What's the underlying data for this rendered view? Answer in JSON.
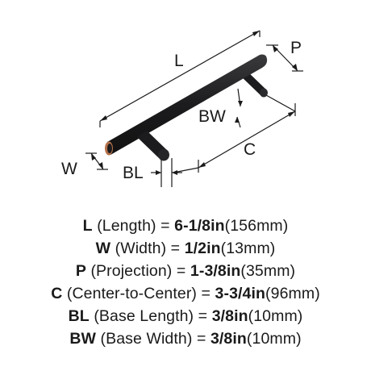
{
  "diagram": {
    "labels": {
      "length": "L",
      "projection": "P",
      "base_width": "BW",
      "center_to_center": "C",
      "width": "W",
      "base_length": "BL"
    },
    "colors": {
      "bar": "#1c1c1e",
      "bar_highlight": "#3a3a3d",
      "end_cap": "#b5714a",
      "line": "#1a1a1a"
    }
  },
  "specs": [
    {
      "abbr": "L",
      "desc": "(Length) =",
      "value": "6-1/8in",
      "metric": "(156mm)"
    },
    {
      "abbr": "W",
      "desc": "(Width) =",
      "value": "1/2in",
      "metric": "(13mm)"
    },
    {
      "abbr": "P",
      "desc": "(Projection) =",
      "value": "1-3/8in",
      "metric": "(35mm)"
    },
    {
      "abbr": "C",
      "desc": "(Center-to-Center) =",
      "value": "3-3/4in",
      "metric": "(96mm)"
    },
    {
      "abbr": "BL",
      "desc": "(Base Length) =",
      "value": "3/8in",
      "metric": "(10mm)"
    },
    {
      "abbr": "BW",
      "desc": "(Base Width) =",
      "value": "3/8in",
      "metric": "(10mm)"
    }
  ]
}
